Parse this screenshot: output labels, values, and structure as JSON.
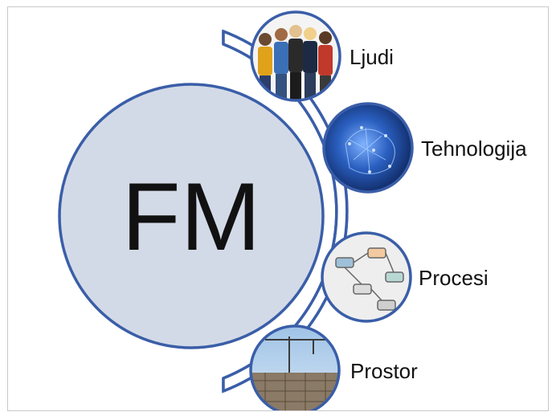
{
  "center": {
    "label": "FM"
  },
  "nodes": [
    {
      "id": "ljudi",
      "label": "Ljudi",
      "picture": "people-photo"
    },
    {
      "id": "tehnologija",
      "label": "Tehnologija",
      "picture": "digital-brain-photo"
    },
    {
      "id": "procesi",
      "label": "Procesi",
      "picture": "process-flowchart-photo"
    },
    {
      "id": "prostor",
      "label": "Prostor",
      "picture": "construction-site-photo"
    }
  ],
  "colors": {
    "outline": "#3a5ea8",
    "center_fill": "#d3dae7",
    "text": "#111111",
    "frame": "#c8c8c8"
  }
}
